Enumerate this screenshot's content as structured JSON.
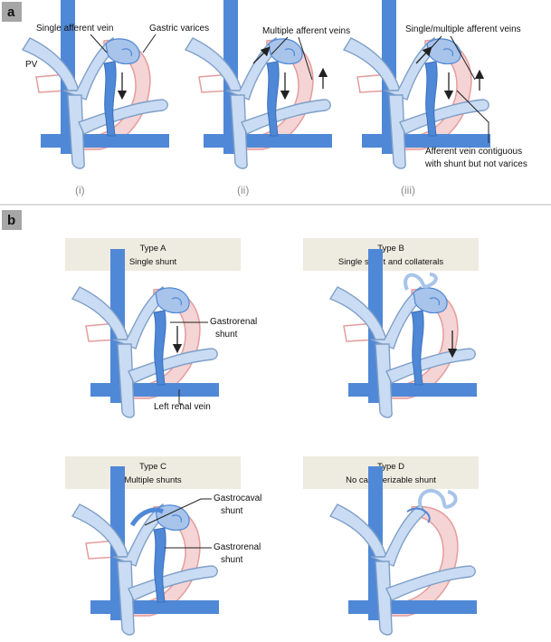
{
  "colors": {
    "portal_fill": "#c9dcf3",
    "portal_stroke": "#7f9fc8",
    "vessel_blue": "#4f88d6",
    "varix_fill": "#a8c4ea",
    "pink": "#e59c9c",
    "type_box": "#eeebe0",
    "letter_box": "#a6a6a6"
  },
  "panel_a": {
    "letter": "a",
    "labels": {
      "pv": "PV",
      "single_afferent": "Single afferent vein",
      "gastric_varices": "Gastric varices",
      "multiple_afferent": "Multiple afferent veins",
      "single_multiple": "Single/multiple afferent veins",
      "contiguous_line1": "Afferent vein contiguous",
      "contiguous_line2": "with shunt but not varices"
    },
    "subpanels": [
      "(i)",
      "(ii)",
      "(iii)"
    ]
  },
  "panel_b": {
    "letter": "b",
    "types": [
      {
        "title": "Type A",
        "subtitle": "Single shunt"
      },
      {
        "title": "Type B",
        "subtitle": "Single shunt and collaterals"
      },
      {
        "title": "Type C",
        "subtitle": "Multiple  shunts"
      },
      {
        "title": "Type D",
        "subtitle": "No catheterizable shunt"
      }
    ],
    "labels": {
      "gastrorenal_a_1": "Gastrorenal",
      "gastrorenal_a_2": "shunt",
      "left_renal_vein": "Left renal vein",
      "gastrocaval_1": "Gastrocaval",
      "gastrocaval_2": "shunt",
      "gastrorenal_c_1": "Gastrorenal",
      "gastrorenal_c_2": "shunt"
    }
  }
}
